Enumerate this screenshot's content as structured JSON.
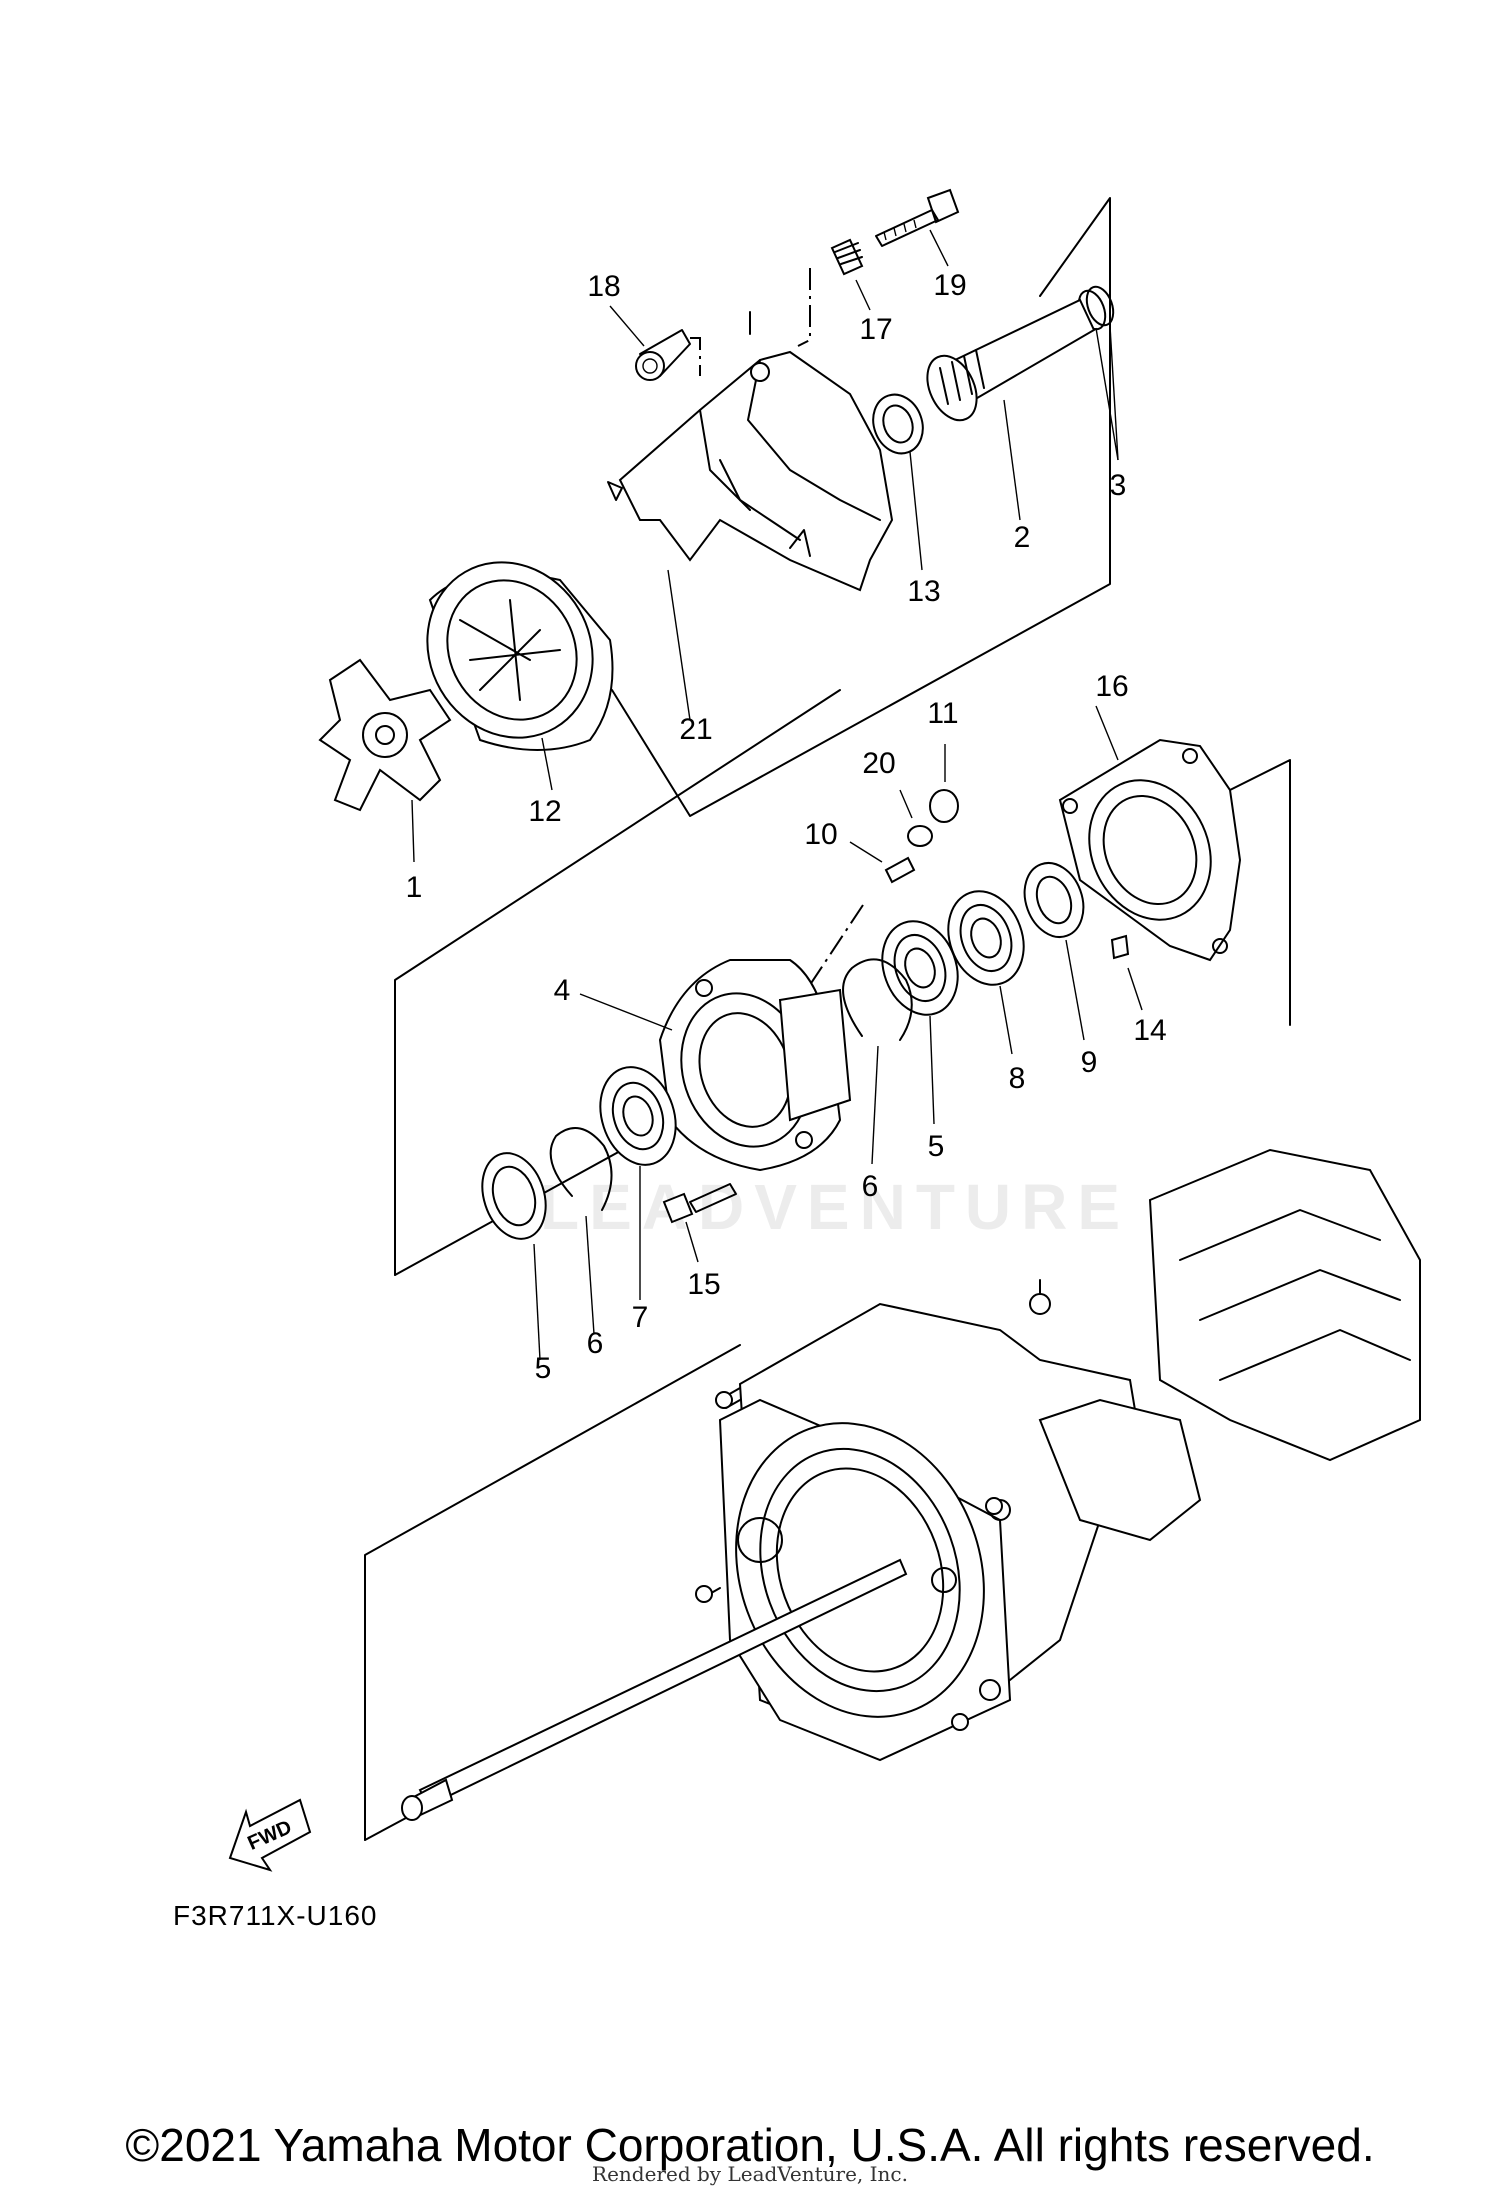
{
  "diagram": {
    "code": "F3R711X-U160",
    "fwd_label": "FWD",
    "watermark": "LEADVENTURE",
    "copyright": "©2021 Yamaha Motor Corporation, U.S.A. All rights reserved.",
    "rendered_by": "Rendered by LeadVenture, Inc.",
    "callouts": [
      "1",
      "12",
      "21",
      "18",
      "17",
      "19",
      "13",
      "2",
      "3",
      "16",
      "11",
      "20",
      "10",
      "4",
      "9",
      "14",
      "8",
      "5",
      "6",
      "7",
      "15",
      "5",
      "6"
    ]
  }
}
